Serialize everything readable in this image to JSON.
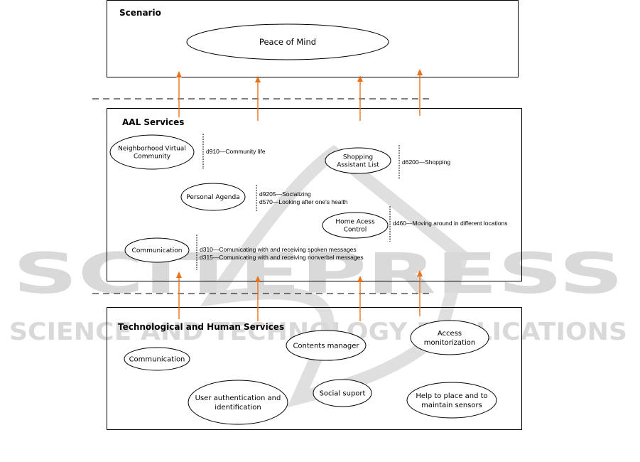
{
  "watermark": {
    "main": "SCITEPRESS",
    "sub": "SCIENCE AND TECHNOLOGY PUBLICATIONS"
  },
  "scenario": {
    "title": "Scenario",
    "goal": "Peace of Mind"
  },
  "aal": {
    "title": "AAL Services",
    "services": [
      {
        "lines": [
          "Neighborhood Virtual",
          "Community"
        ],
        "codes": [
          {
            "code": "d910",
            "text": "Community life"
          }
        ]
      },
      {
        "lines": [
          "Shopping",
          "Assistant List"
        ],
        "codes": [
          {
            "code": "d6200",
            "text": "Shopping"
          }
        ]
      },
      {
        "lines": [
          "Personal Agenda"
        ],
        "codes": [
          {
            "code": "d9205",
            "text": "Socializing"
          },
          {
            "code": "d570",
            "text": "Looking after one's health"
          }
        ]
      },
      {
        "lines": [
          "Home Acess",
          "Control"
        ],
        "codes": [
          {
            "code": "d460",
            "text": "Moving around in different locations"
          }
        ]
      },
      {
        "lines": [
          "Communication"
        ],
        "codes": [
          {
            "code": "d310",
            "text": "Comunicating with and  receiving spoken messages"
          },
          {
            "code": "d315",
            "text": "Comunicating with and  receiving nonverbal messages"
          }
        ]
      }
    ]
  },
  "tech": {
    "title": "Technological and Human Services",
    "services": [
      {
        "lines": [
          "Communication"
        ]
      },
      {
        "lines": [
          "Contents manager"
        ]
      },
      {
        "lines": [
          "Access",
          "monitorization"
        ]
      },
      {
        "lines": [
          "User authentication and",
          "identification"
        ]
      },
      {
        "lines": [
          "Social suport"
        ]
      },
      {
        "lines": [
          "Help to place and to",
          "maintain sensors"
        ]
      }
    ]
  },
  "colors": {
    "arrow": "#e8731a",
    "line": "#000000",
    "watermark": "#d9d9d9"
  }
}
